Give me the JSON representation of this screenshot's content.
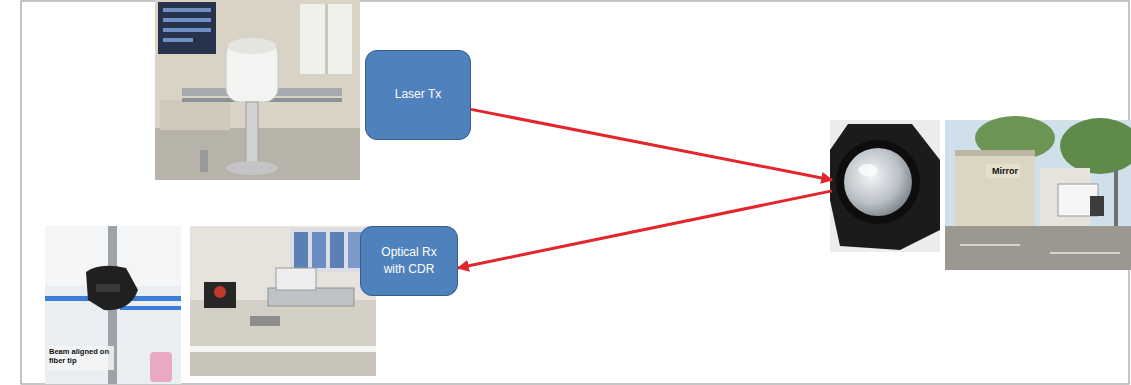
{
  "diagram": {
    "nodes": [
      {
        "text": [
          "Laser Tx"
        ]
      },
      {
        "text": [
          "Optical Rx with CDR"
        ]
      },
      {
        "text": [
          "Mirror"
        ]
      }
    ],
    "edges": [
      {
        "from": 0,
        "to": 2,
        "arrow": "to"
      },
      {
        "from": 2,
        "to": 1,
        "arrow": "to"
      }
    ],
    "labels": [
      "Beam aligned on fiber tip"
    ]
  }
}
